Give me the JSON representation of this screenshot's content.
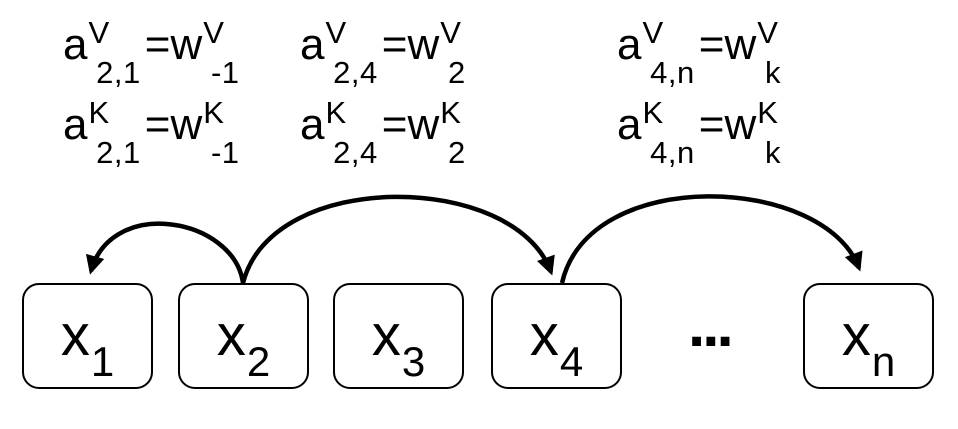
{
  "colors": {
    "ink": "#000000",
    "background": "#ffffff"
  },
  "equations": {
    "rows": [
      {
        "cells": [
          {
            "lb": "a",
            "ls": "V",
            "lsub": "2,1",
            "eq": "=",
            "rb": "w",
            "rs": "V",
            "rsub": "-1"
          },
          {
            "lb": "a",
            "ls": "V",
            "lsub": "2,4",
            "eq": "=",
            "rb": "w",
            "rs": "V",
            "rsub": "2"
          },
          {
            "lb": "a",
            "ls": "V",
            "lsub": "4,n",
            "eq": "=",
            "rb": "w",
            "rs": "V",
            "rsub": "k"
          }
        ]
      },
      {
        "cells": [
          {
            "lb": "a",
            "ls": "K",
            "lsub": "2,1",
            "eq": "=",
            "rb": "w",
            "rs": "K",
            "rsub": "-1"
          },
          {
            "lb": "a",
            "ls": "K",
            "lsub": "2,4",
            "eq": "=",
            "rb": "w",
            "rs": "K",
            "rsub": "2"
          },
          {
            "lb": "a",
            "ls": "K",
            "lsub": "4,n",
            "eq": "=",
            "rb": "w",
            "rs": "K",
            "rsub": "k"
          }
        ]
      }
    ]
  },
  "sequence": {
    "items": [
      {
        "base": "x",
        "sub": "1"
      },
      {
        "base": "x",
        "sub": "2"
      },
      {
        "base": "x",
        "sub": "3"
      },
      {
        "base": "x",
        "sub": "4"
      },
      {
        "base": "x",
        "sub": "n"
      }
    ],
    "ellipsis": "..."
  },
  "arrows": [
    {
      "from": "x2",
      "to": "x1"
    },
    {
      "from": "x2",
      "to": "x4"
    },
    {
      "from": "x4",
      "to": "xn"
    }
  ]
}
